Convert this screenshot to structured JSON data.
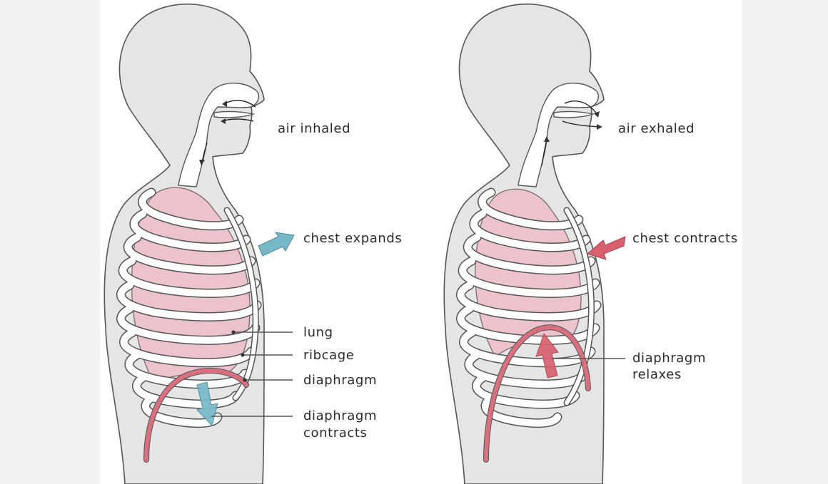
{
  "diagram": {
    "inhale": {
      "air_label": "air inhaled",
      "chest_label": "chest expands",
      "lung_label": "lung",
      "ribcage_label": "ribcage",
      "diaphragm_label": "diaphragm",
      "diaphragm_action_line1": "diaphragm",
      "diaphragm_action_line2": "contracts"
    },
    "exhale": {
      "air_label": "air exhaled",
      "chest_label": "chest contracts",
      "diaphragm_action_line1": "diaphragm",
      "diaphragm_action_line2": "relaxes"
    }
  },
  "colors": {
    "expand_arrow": "#77b8c8",
    "contract_arrow": "#d9606f",
    "lung": "#ecc2cd",
    "body": "#e5e5e6"
  }
}
